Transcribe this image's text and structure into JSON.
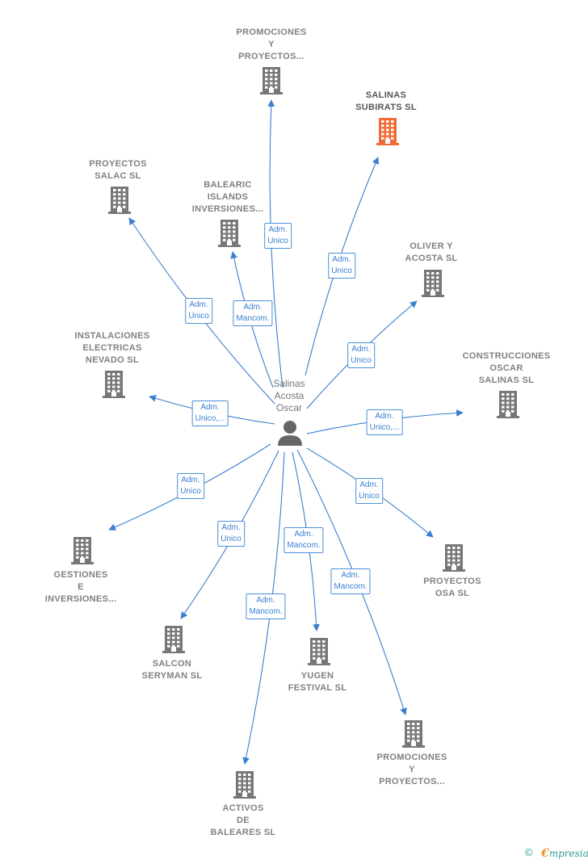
{
  "person": {
    "lines": [
      "Salinas",
      "Acosta",
      "Oscar"
    ],
    "icon": "person-icon",
    "color": "#666666"
  },
  "colors": {
    "edge": "#3a7fd0",
    "building": "#777777",
    "building_highlight": "#f26a35"
  },
  "companies": [
    {
      "id": "promociones-top",
      "lines": [
        "PROMOCIONES",
        "Y",
        "PROYECTOS..."
      ],
      "role": [
        "Adm.",
        "Unico"
      ],
      "icon": "building-icon",
      "highlight": false
    },
    {
      "id": "salinas-subirats",
      "lines": [
        "SALINAS",
        "SUBIRATS  SL"
      ],
      "role": [
        "Adm.",
        "Unico"
      ],
      "icon": "building-icon",
      "highlight": true
    },
    {
      "id": "proyectos-salac",
      "lines": [
        "PROYECTOS",
        "SALAC  SL"
      ],
      "role": [
        "Adm.",
        "Unico"
      ],
      "icon": "building-icon",
      "highlight": false
    },
    {
      "id": "balearic-islands",
      "lines": [
        "BALEARIC",
        "ISLANDS",
        "INVERSIONES..."
      ],
      "role": [
        "Adm.",
        "Mancom."
      ],
      "icon": "building-icon",
      "highlight": false
    },
    {
      "id": "oliver-acosta",
      "lines": [
        "OLIVER Y",
        "ACOSTA  SL"
      ],
      "role": [
        "Adm.",
        "Unico"
      ],
      "icon": "building-icon",
      "highlight": false
    },
    {
      "id": "instalaciones-electricas",
      "lines": [
        "INSTALACIONES",
        "ELECTRICAS",
        "NEVADO  SL"
      ],
      "role": [
        "Adm.",
        "Unico,..."
      ],
      "icon": "building-icon",
      "highlight": false
    },
    {
      "id": "construcciones-oscar",
      "lines": [
        "CONSTRUCCIONES",
        "OSCAR",
        "SALINAS SL"
      ],
      "role": [
        "Adm.",
        "Unico,..."
      ],
      "icon": "building-icon",
      "highlight": false
    },
    {
      "id": "gestiones-inversiones",
      "lines": [
        "GESTIONES",
        "E",
        "INVERSIONES..."
      ],
      "role": [
        "Adm.",
        "Unico"
      ],
      "icon": "building-icon",
      "highlight": false
    },
    {
      "id": "proyectos-osa",
      "lines": [
        "PROYECTOS",
        "OSA SL"
      ],
      "role": [
        "Adm.",
        "Unico"
      ],
      "icon": "building-icon",
      "highlight": false
    },
    {
      "id": "salcon-seryman",
      "lines": [
        "SALCON",
        "SERYMAN  SL"
      ],
      "role": [
        "Adm.",
        "Unico"
      ],
      "icon": "building-icon",
      "highlight": false
    },
    {
      "id": "yugen-festival",
      "lines": [
        "YUGEN",
        "FESTIVAL  SL"
      ],
      "role": [
        "Adm.",
        "Mancom."
      ],
      "icon": "building-icon",
      "highlight": false
    },
    {
      "id": "promociones-bottom",
      "lines": [
        "PROMOCIONES",
        "Y",
        "PROYECTOS..."
      ],
      "role": [
        "Adm.",
        "Mancom."
      ],
      "icon": "building-icon",
      "highlight": false
    },
    {
      "id": "activos-baleares",
      "lines": [
        "ACTIVOS",
        "DE",
        "BALEARES  SL"
      ],
      "role": [
        "Adm.",
        "Mancom."
      ],
      "icon": "building-icon",
      "highlight": false
    }
  ],
  "footer": {
    "copyright_symbol": "©",
    "brand_initial": "€",
    "brand_rest": "mpresia"
  }
}
